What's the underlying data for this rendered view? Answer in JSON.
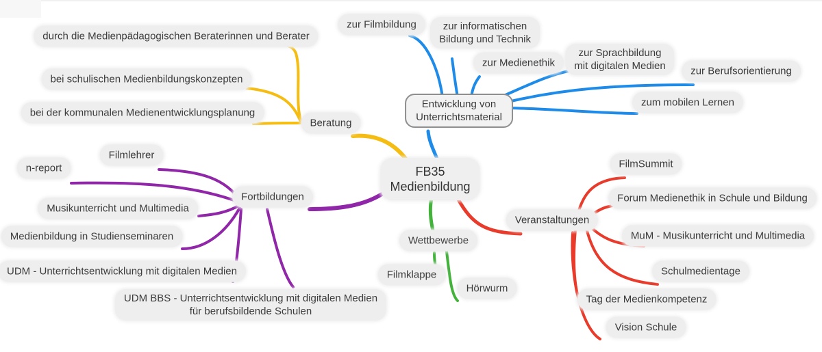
{
  "colors": {
    "beratung": "#f5bd14",
    "entwicklung": "#1e8be8",
    "fortbildungen": "#9026a8",
    "veranstaltungen": "#e83b2b",
    "wettbewerbe": "#42b23b"
  },
  "center": {
    "line1": "FB35",
    "line2": "Medienbildung"
  },
  "beratung": {
    "label": "Beratung",
    "items": [
      "durch die Medienpädagogischen Beraterinnen und Berater",
      "bei schulischen Medienbildungskonzepten",
      "bei der kommunalen Medienentwicklungsplanung"
    ]
  },
  "entwicklung": {
    "line1": "Entwicklung von",
    "line2": "Unterrichtsmaterial",
    "filmbildung": "zur Filmbildung",
    "informatik": {
      "line1": "zur informatischen",
      "line2": "Bildung und Technik"
    },
    "medienethik": "zur Medienethik",
    "sprachbildung": {
      "line1": "zur Sprachbildung",
      "line2": "mit digitalen Medien"
    },
    "berufsorientierung": "zur Berufsorientierung",
    "mobil": "zum mobilen Lernen"
  },
  "fortbildungen": {
    "label": "Fortbildungen",
    "filmlehrer": "Filmlehrer",
    "nreport": "n-report",
    "musik": "Musikunterricht und Multimedia",
    "studienseminare": "Medienbildung in Studienseminaren",
    "udm": "UDM - Unterrichtsentwicklung mit digitalen Medien",
    "udmbbs": {
      "line1": "UDM BBS - Unterrichtsentwicklung mit digitalen Medien",
      "line2": "für berufsbildende Schulen"
    }
  },
  "veranstaltungen": {
    "label": "Veranstaltungen",
    "items": [
      "FilmSummit",
      "Forum Medienethik in Schule und Bildung",
      "MuM - Musikunterricht und Multimedia",
      "Schulmedientage",
      "Tag der Medienkompetenz",
      "Vision Schule"
    ]
  },
  "wettbewerbe": {
    "label": "Wettbewerbe",
    "filmklappe": "Filmklappe",
    "hoerwurm": "Hörwurm"
  }
}
